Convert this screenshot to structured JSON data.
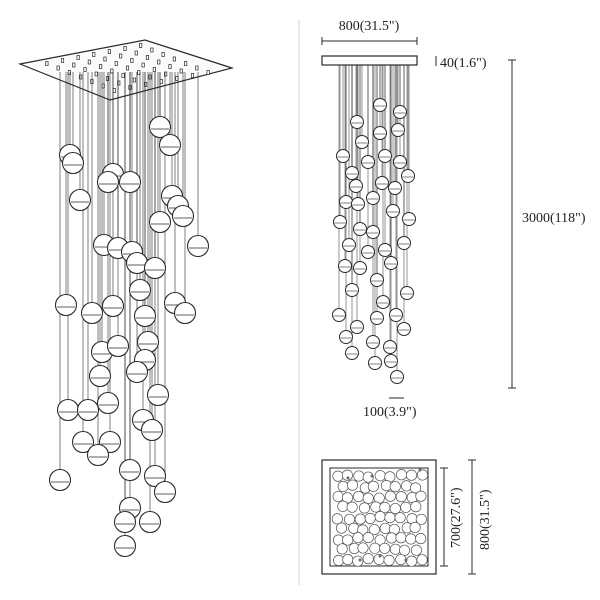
{
  "dimensions": {
    "width": "800(31.5\")",
    "canopy_height": "40(1.6\")",
    "total_height": "3000(118\")",
    "ball_diameter": "100(3.9\")",
    "inner_square": "700(27.6\")",
    "outer_square": "800(31.5\")"
  },
  "colors": {
    "line": "#2a2a2a",
    "divider": "#c8c8c8",
    "ceiling_fill": "#8a7a6a",
    "ball_fill": "#ffffff"
  }
}
